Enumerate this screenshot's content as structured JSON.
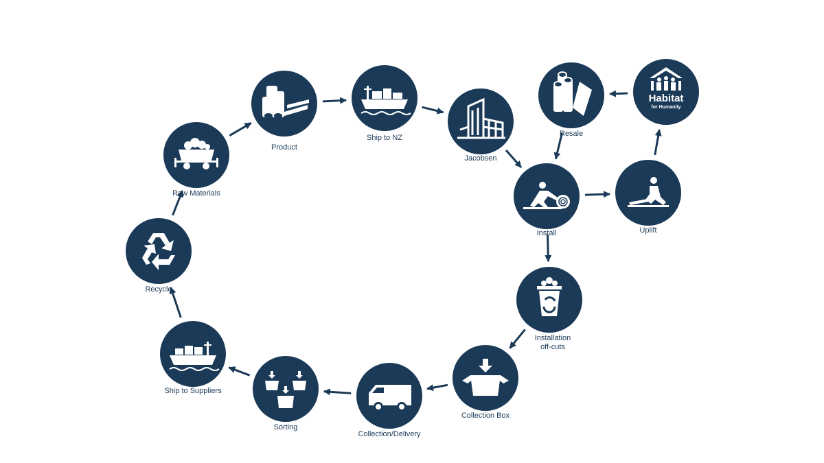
{
  "diagram": {
    "colors": {
      "node_fill": "#1b3a57",
      "icon": "#ffffff",
      "arrow": "#1b3a57",
      "background": "#ffffff"
    },
    "nodes": [
      {
        "id": "product",
        "label": "Product",
        "icon": "logs-and-sheets-icon"
      },
      {
        "id": "ship_nz",
        "label": "Ship to NZ",
        "icon": "cargo-ship-icon"
      },
      {
        "id": "jacobsen",
        "label": "Jacobsen",
        "icon": "building-icon"
      },
      {
        "id": "resale",
        "label": "Resale",
        "icon": "carpet-rolls-icon"
      },
      {
        "id": "habitat",
        "label": "",
        "icon": "habitat-for-humanity-logo",
        "logo_text": [
          "Habitat",
          "for Humanity"
        ]
      },
      {
        "id": "raw",
        "label": "Raw Materials",
        "icon": "mine-cart-icon"
      },
      {
        "id": "install",
        "label": "Install",
        "icon": "person-rolling-carpet-icon"
      },
      {
        "id": "uplift",
        "label": "Uplift",
        "icon": "person-kneeling-icon"
      },
      {
        "id": "recycle",
        "label": "Recycle",
        "icon": "recycle-icon"
      },
      {
        "id": "offcuts",
        "label": "Installation\noff-cuts",
        "icon": "recycle-bin-icon"
      },
      {
        "id": "ship_sup",
        "label": "Ship to Suppliers",
        "icon": "cargo-ship-icon"
      },
      {
        "id": "box",
        "label": "Collection Box",
        "icon": "box-drop-icon"
      },
      {
        "id": "sorting",
        "label": "Sorting",
        "icon": "sorting-boxes-icon"
      },
      {
        "id": "delivery",
        "label": "Collection/Delivery",
        "icon": "van-icon"
      }
    ],
    "arrows": [
      [
        "raw",
        "product"
      ],
      [
        "product",
        "ship_nz"
      ],
      [
        "ship_nz",
        "jacobsen"
      ],
      [
        "jacobsen",
        "install"
      ],
      [
        "install",
        "uplift"
      ],
      [
        "uplift",
        "habitat"
      ],
      [
        "habitat",
        "resale"
      ],
      [
        "resale",
        "install"
      ],
      [
        "install",
        "offcuts"
      ],
      [
        "offcuts",
        "box"
      ],
      [
        "box",
        "delivery"
      ],
      [
        "delivery",
        "sorting"
      ],
      [
        "sorting",
        "ship_sup"
      ],
      [
        "ship_sup",
        "recycle"
      ],
      [
        "recycle",
        "raw"
      ]
    ]
  }
}
